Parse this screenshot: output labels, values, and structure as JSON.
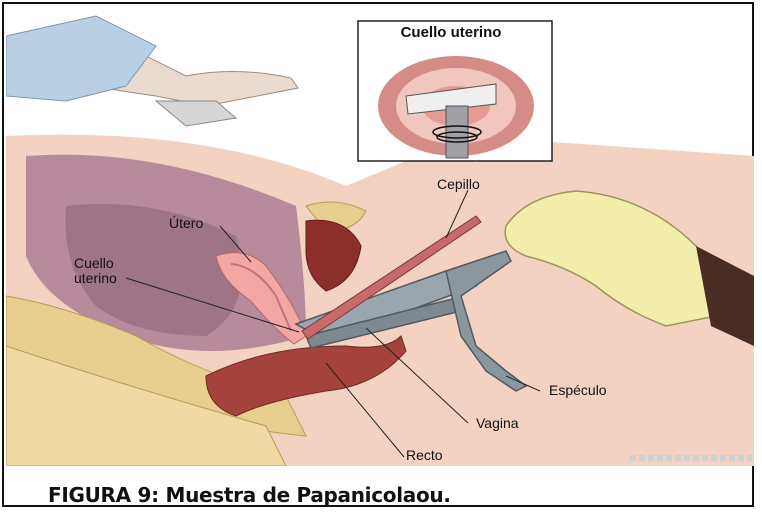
{
  "inset": {
    "title": "Cuello uterino"
  },
  "labels": {
    "cepillo": "Cepillo",
    "utero": "Útero",
    "cuello_line1": "Cuello",
    "cuello_line2": "uterino",
    "especulo": "Espéculo",
    "vagina": "Vagina",
    "recto": "Recto"
  },
  "caption": "FIGURA 9: Muestra de Papanicolaou."
}
